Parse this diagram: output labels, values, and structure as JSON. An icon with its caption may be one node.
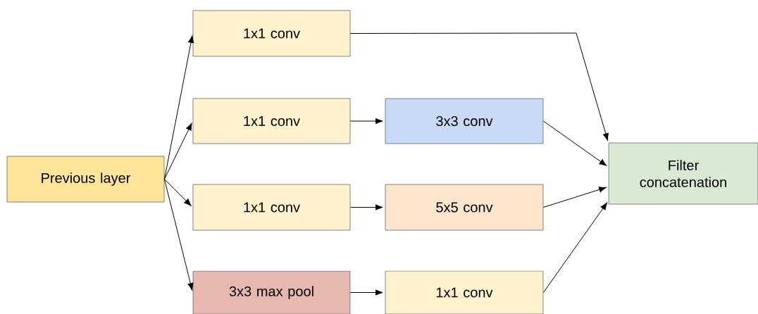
{
  "diagram": {
    "nodes": [
      {
        "text": [
          "Previous layer"
        ]
      },
      {
        "text": [
          "1x1 conv"
        ]
      },
      {
        "text": [
          "1x1 conv"
        ]
      },
      {
        "text": [
          "3x3 conv"
        ]
      },
      {
        "text": [
          "1x1 conv"
        ]
      },
      {
        "text": [
          "5x5 conv"
        ]
      },
      {
        "text": [
          "3x3 max pool"
        ]
      },
      {
        "text": [
          "1x1 conv"
        ]
      },
      {
        "text": [
          "Filter concatenation"
        ]
      }
    ],
    "edges": [
      {
        "from": 0,
        "to": 1,
        "arrow": "to"
      },
      {
        "from": 0,
        "to": 2,
        "arrow": "to"
      },
      {
        "from": 0,
        "to": 4,
        "arrow": "to"
      },
      {
        "from": 0,
        "to": 6,
        "arrow": "to"
      },
      {
        "from": 1,
        "to": 8,
        "arrow": "to"
      },
      {
        "from": 2,
        "to": 3,
        "arrow": "to"
      },
      {
        "from": 3,
        "to": 8,
        "arrow": "to"
      },
      {
        "from": 4,
        "to": 5,
        "arrow": "to"
      },
      {
        "from": 5,
        "to": 8,
        "arrow": "to"
      },
      {
        "from": 6,
        "to": 7,
        "arrow": "to"
      },
      {
        "from": 7,
        "to": 8,
        "arrow": "to"
      }
    ]
  }
}
